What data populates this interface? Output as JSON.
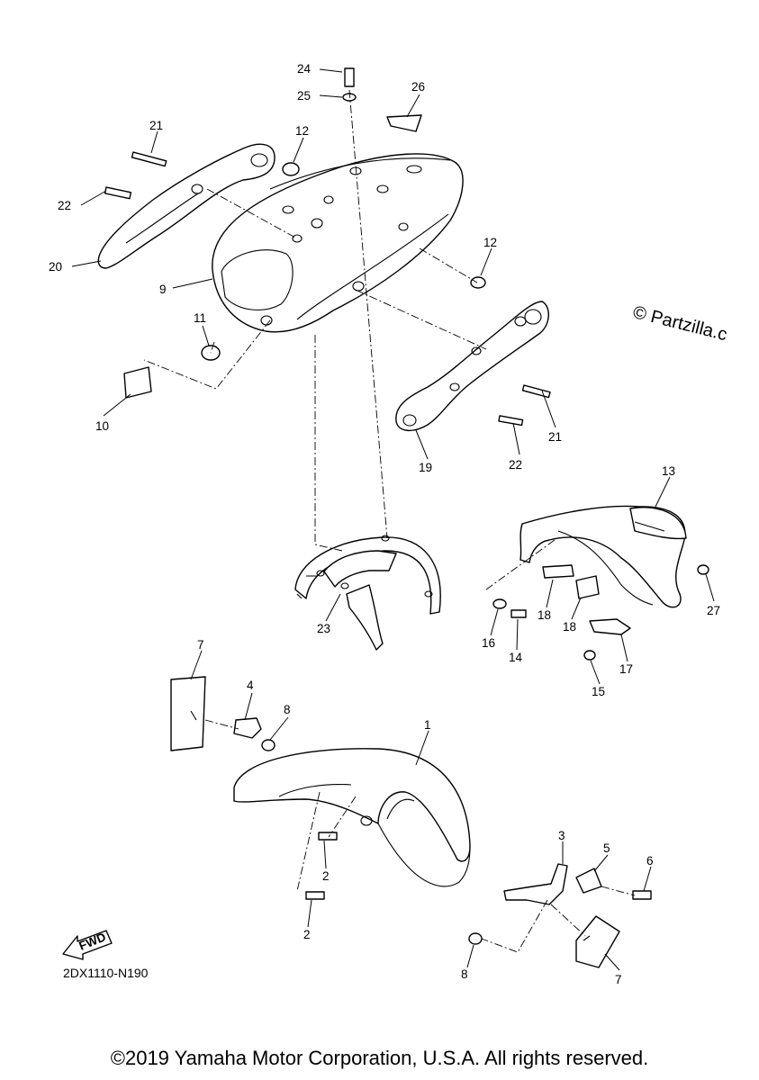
{
  "watermark": "© Partzilla.c",
  "diagram_code": "2DX1110-N190",
  "copyright": "©2019 Yamaha Motor Corporation, U.S.A. All rights reserved.",
  "fwd_label": "FWD",
  "callouts": {
    "c1": "1",
    "c2a": "2",
    "c2b": "2",
    "c3": "3",
    "c4": "4",
    "c5": "5",
    "c6": "6",
    "c7a": "7",
    "c7b": "7",
    "c8a": "8",
    "c8b": "8",
    "c9": "9",
    "c10": "10",
    "c11": "11",
    "c12a": "12",
    "c12b": "12",
    "c13": "13",
    "c14": "14",
    "c15": "15",
    "c16": "16",
    "c17": "17",
    "c18a": "18",
    "c18b": "18",
    "c19": "19",
    "c20": "20",
    "c21a": "21",
    "c21b": "21",
    "c22a": "22",
    "c22b": "22",
    "c23": "23",
    "c24": "24",
    "c25": "25",
    "c26": "26",
    "c27": "27"
  }
}
